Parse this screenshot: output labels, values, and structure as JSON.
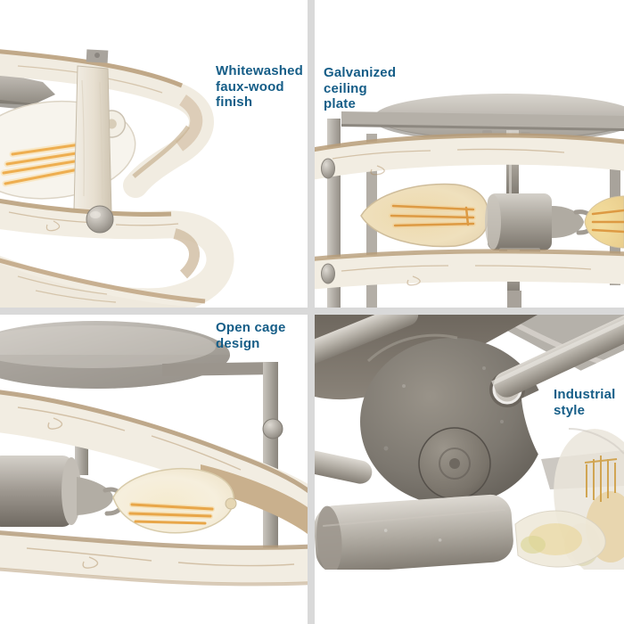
{
  "collage": {
    "gutter_color": "#d9d9d9",
    "background_color": "#ffffff",
    "callout_text_color": "#155d87"
  },
  "panels": [
    {
      "id": "whitewashed-faux-wood-finish",
      "callout_lines": [
        "Whitewashed",
        "faux-wood",
        "finish"
      ]
    },
    {
      "id": "galvanized-ceiling-plate",
      "callout_lines": [
        "Galvanized",
        "ceiling",
        "plate"
      ]
    },
    {
      "id": "open-cage-design",
      "callout_lines": [
        "Open cage",
        "design"
      ]
    },
    {
      "id": "industrial-style",
      "callout_lines": [
        "Industrial",
        "style"
      ]
    }
  ],
  "materials": {
    "whitewashed_wood": "#f2ede2",
    "wood_streak_tan": "#b5936a",
    "galvanized_metal": "#a9a49c",
    "dark_aged_metal": "#6e6860",
    "bulb_glass_amber": "#ecdcba",
    "filament_glow": "#e8a649"
  }
}
